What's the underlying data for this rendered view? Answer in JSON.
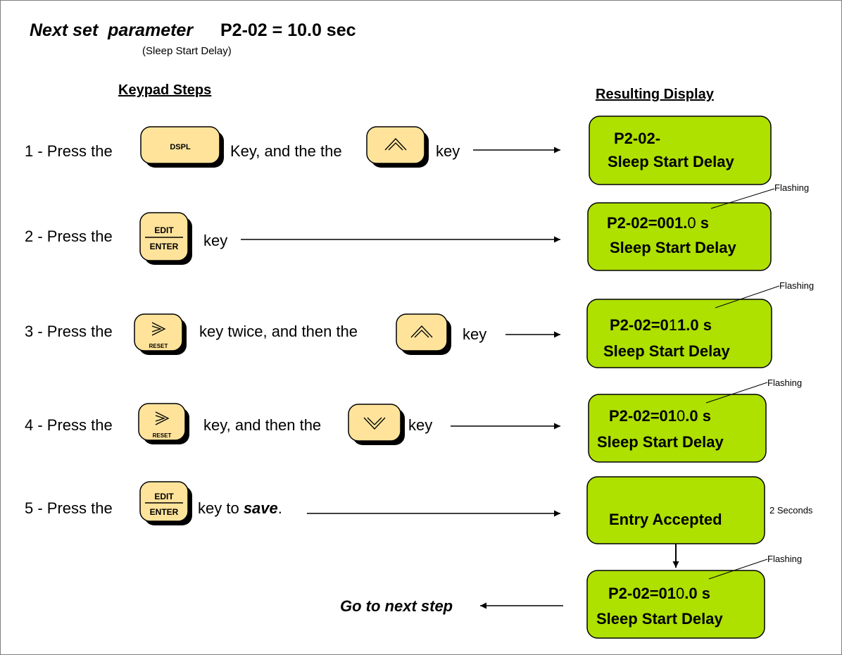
{
  "title": {
    "prefix": "Next set  parameter ",
    "param": "P2-02 = 10.0 sec",
    "subtitle": "(Sleep Start Delay)"
  },
  "headings": {
    "keypad": "Keypad Steps",
    "display": "Resulting Display"
  },
  "keys": {
    "dspl": "DSPL",
    "edit": "EDIT",
    "enter": "ENTER",
    "reset": "RESET"
  },
  "steps": [
    {
      "a": "1 - Press the",
      "b": "Key, and the the",
      "c": "key"
    },
    {
      "a": "2 - Press the",
      "b": "key"
    },
    {
      "a": "3 - Press the",
      "b": "key twice, and then the",
      "c": "key"
    },
    {
      "a": "4 - Press the",
      "b": "key, and then the",
      "c": "key"
    },
    {
      "a": "5 - Press the",
      "b": "key to ",
      "c": "save",
      "d": "."
    }
  ],
  "displays": [
    {
      "line1": "P2-02-",
      "line2": "Sleep Start Delay"
    },
    {
      "line1_pre": "P2-02=001.",
      "line1_flash": "0",
      "line1_post": " s",
      "line2": "Sleep Start Delay"
    },
    {
      "line1_pre": "P2-02=0",
      "line1_flash": "1",
      "line1_post": "1.0 s",
      "line2": "Sleep Start Delay"
    },
    {
      "line1_pre": "P2-02=01",
      "line1_flash": "0",
      "line1_post": ".0 s",
      "line2": "Sleep Start Delay"
    },
    {
      "line1": "Entry Accepted"
    },
    {
      "line1_pre": "P2-02=01",
      "line1_flash": "0",
      "line1_post": ".0 s",
      "line2": "Sleep Start Delay"
    }
  ],
  "annotations": {
    "flashing": "Flashing",
    "two_seconds": "2 Seconds",
    "next_step": "Go to next step"
  },
  "colors": {
    "display_fill": "#aee000",
    "key_fill": "#ffe39b",
    "key_shadow": "#000000"
  }
}
